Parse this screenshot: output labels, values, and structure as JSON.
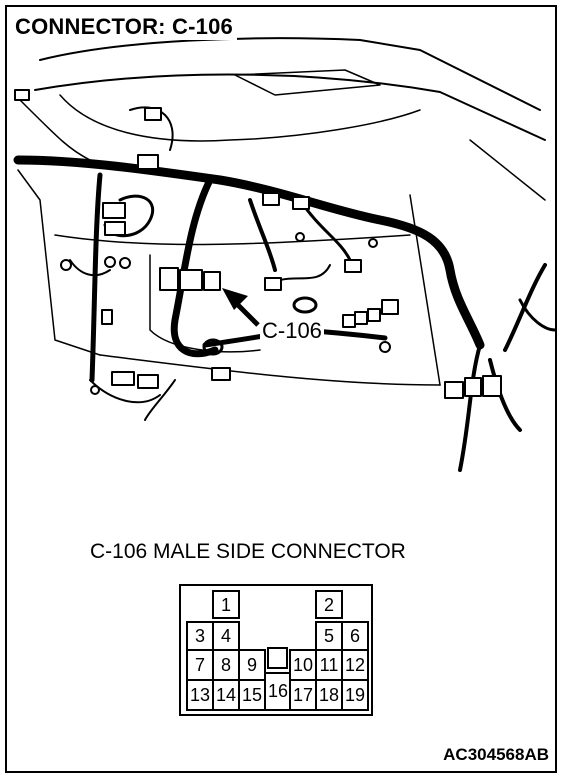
{
  "title": "CONNECTOR: C-106",
  "callout": "C-106",
  "caption": "C-106 MALE SIDE CONNECTOR",
  "footer_code": "AC304568AB",
  "pins": [
    "1",
    "2",
    "3",
    "4",
    "5",
    "6",
    "7",
    "8",
    "9",
    "10",
    "11",
    "12",
    "13",
    "14",
    "15",
    "16",
    "17",
    "18",
    "19"
  ]
}
